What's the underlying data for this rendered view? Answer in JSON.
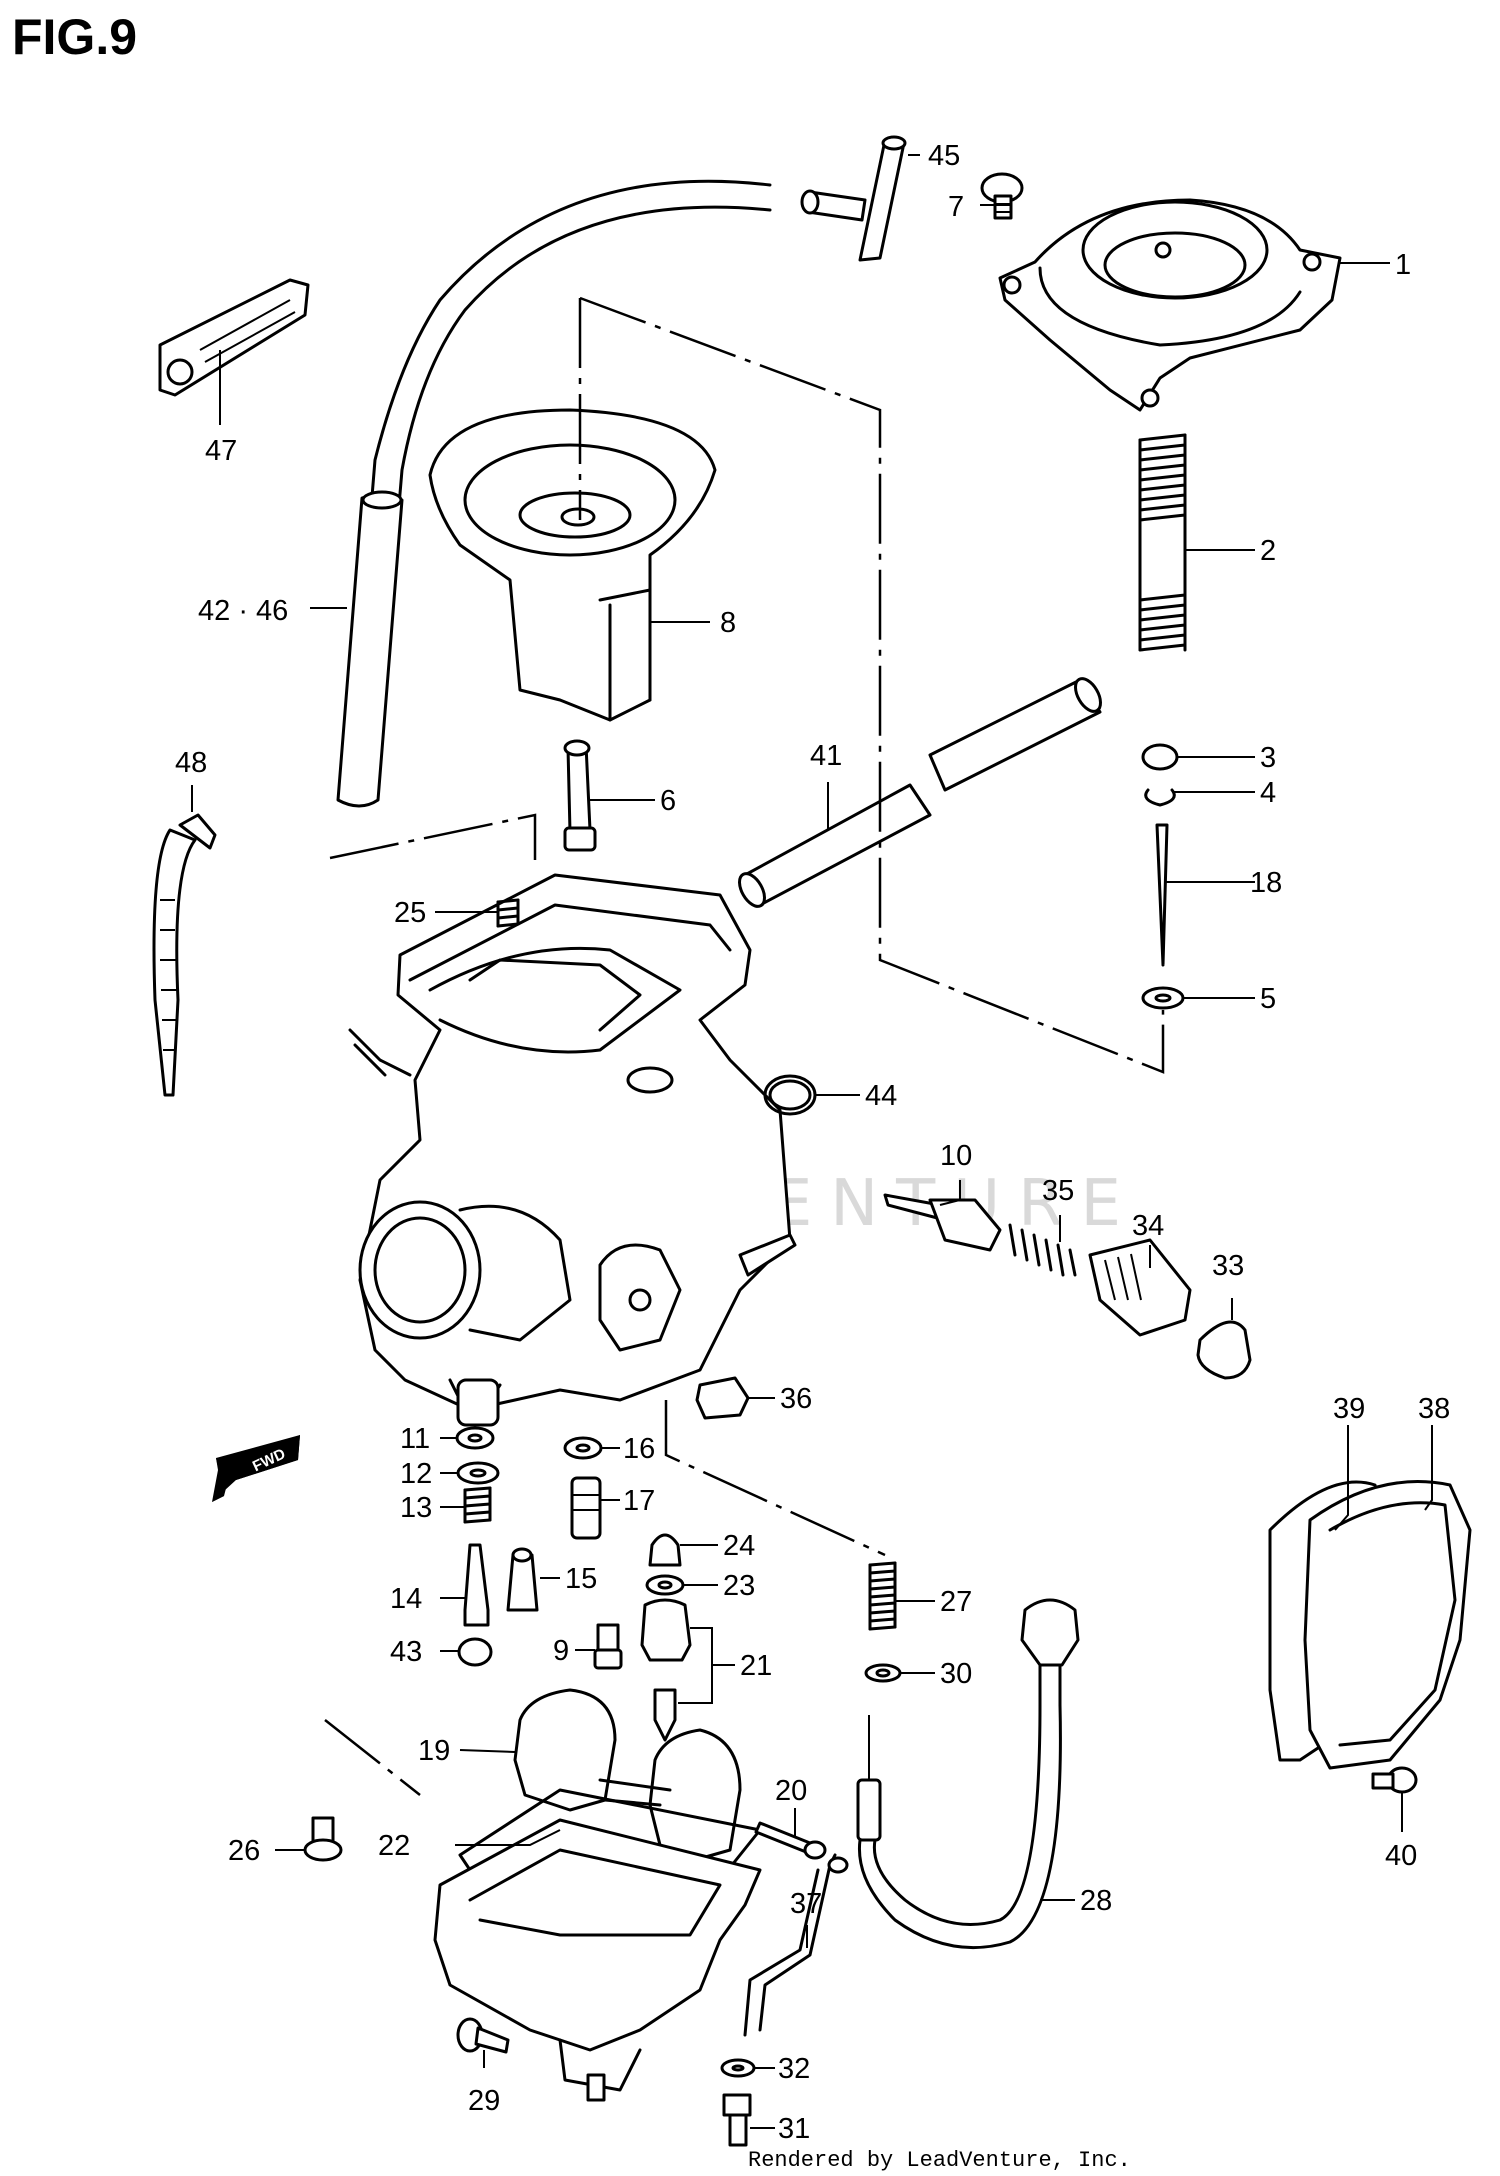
{
  "figure": {
    "title": "FIG.9",
    "credit": "Rendered by LeadVenture, Inc.",
    "watermark": "LEADVENTURE",
    "fwd_label": "FWD"
  },
  "callouts": [
    {
      "id": "c1",
      "text": "1"
    },
    {
      "id": "c2",
      "text": "2"
    },
    {
      "id": "c3",
      "text": "3"
    },
    {
      "id": "c4",
      "text": "4"
    },
    {
      "id": "c5",
      "text": "5"
    },
    {
      "id": "c6",
      "text": "6"
    },
    {
      "id": "c7",
      "text": "7"
    },
    {
      "id": "c8",
      "text": "8"
    },
    {
      "id": "c9",
      "text": "9"
    },
    {
      "id": "c10",
      "text": "10"
    },
    {
      "id": "c11",
      "text": "11"
    },
    {
      "id": "c12",
      "text": "12"
    },
    {
      "id": "c13",
      "text": "13"
    },
    {
      "id": "c14",
      "text": "14"
    },
    {
      "id": "c15",
      "text": "15"
    },
    {
      "id": "c16",
      "text": "16"
    },
    {
      "id": "c17",
      "text": "17"
    },
    {
      "id": "c18",
      "text": "18"
    },
    {
      "id": "c19",
      "text": "19"
    },
    {
      "id": "c20",
      "text": "20"
    },
    {
      "id": "c21",
      "text": "21"
    },
    {
      "id": "c22",
      "text": "22"
    },
    {
      "id": "c23",
      "text": "23"
    },
    {
      "id": "c24",
      "text": "24"
    },
    {
      "id": "c25",
      "text": "25"
    },
    {
      "id": "c26",
      "text": "26"
    },
    {
      "id": "c27",
      "text": "27"
    },
    {
      "id": "c28",
      "text": "28"
    },
    {
      "id": "c29",
      "text": "29"
    },
    {
      "id": "c30",
      "text": "30"
    },
    {
      "id": "c31",
      "text": "31"
    },
    {
      "id": "c32",
      "text": "32"
    },
    {
      "id": "c33",
      "text": "33"
    },
    {
      "id": "c34",
      "text": "34"
    },
    {
      "id": "c35",
      "text": "35"
    },
    {
      "id": "c36",
      "text": "36"
    },
    {
      "id": "c37",
      "text": "37"
    },
    {
      "id": "c38",
      "text": "38"
    },
    {
      "id": "c39",
      "text": "39"
    },
    {
      "id": "c40",
      "text": "40"
    },
    {
      "id": "c41",
      "text": "41"
    },
    {
      "id": "c42",
      "text": "42 · 46"
    },
    {
      "id": "c43",
      "text": "43"
    },
    {
      "id": "c44",
      "text": "44"
    },
    {
      "id": "c45",
      "text": "45"
    },
    {
      "id": "c47",
      "text": "47"
    },
    {
      "id": "c48",
      "text": "48"
    }
  ]
}
